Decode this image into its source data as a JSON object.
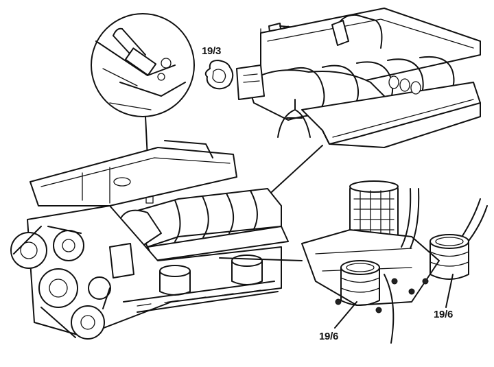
{
  "labels": {
    "gasket": "19/3",
    "rubber_sleeve_left": "19/6",
    "rubber_sleeve_right": "19/6"
  },
  "colors": {
    "line": "#111111",
    "background": "#ffffff"
  }
}
